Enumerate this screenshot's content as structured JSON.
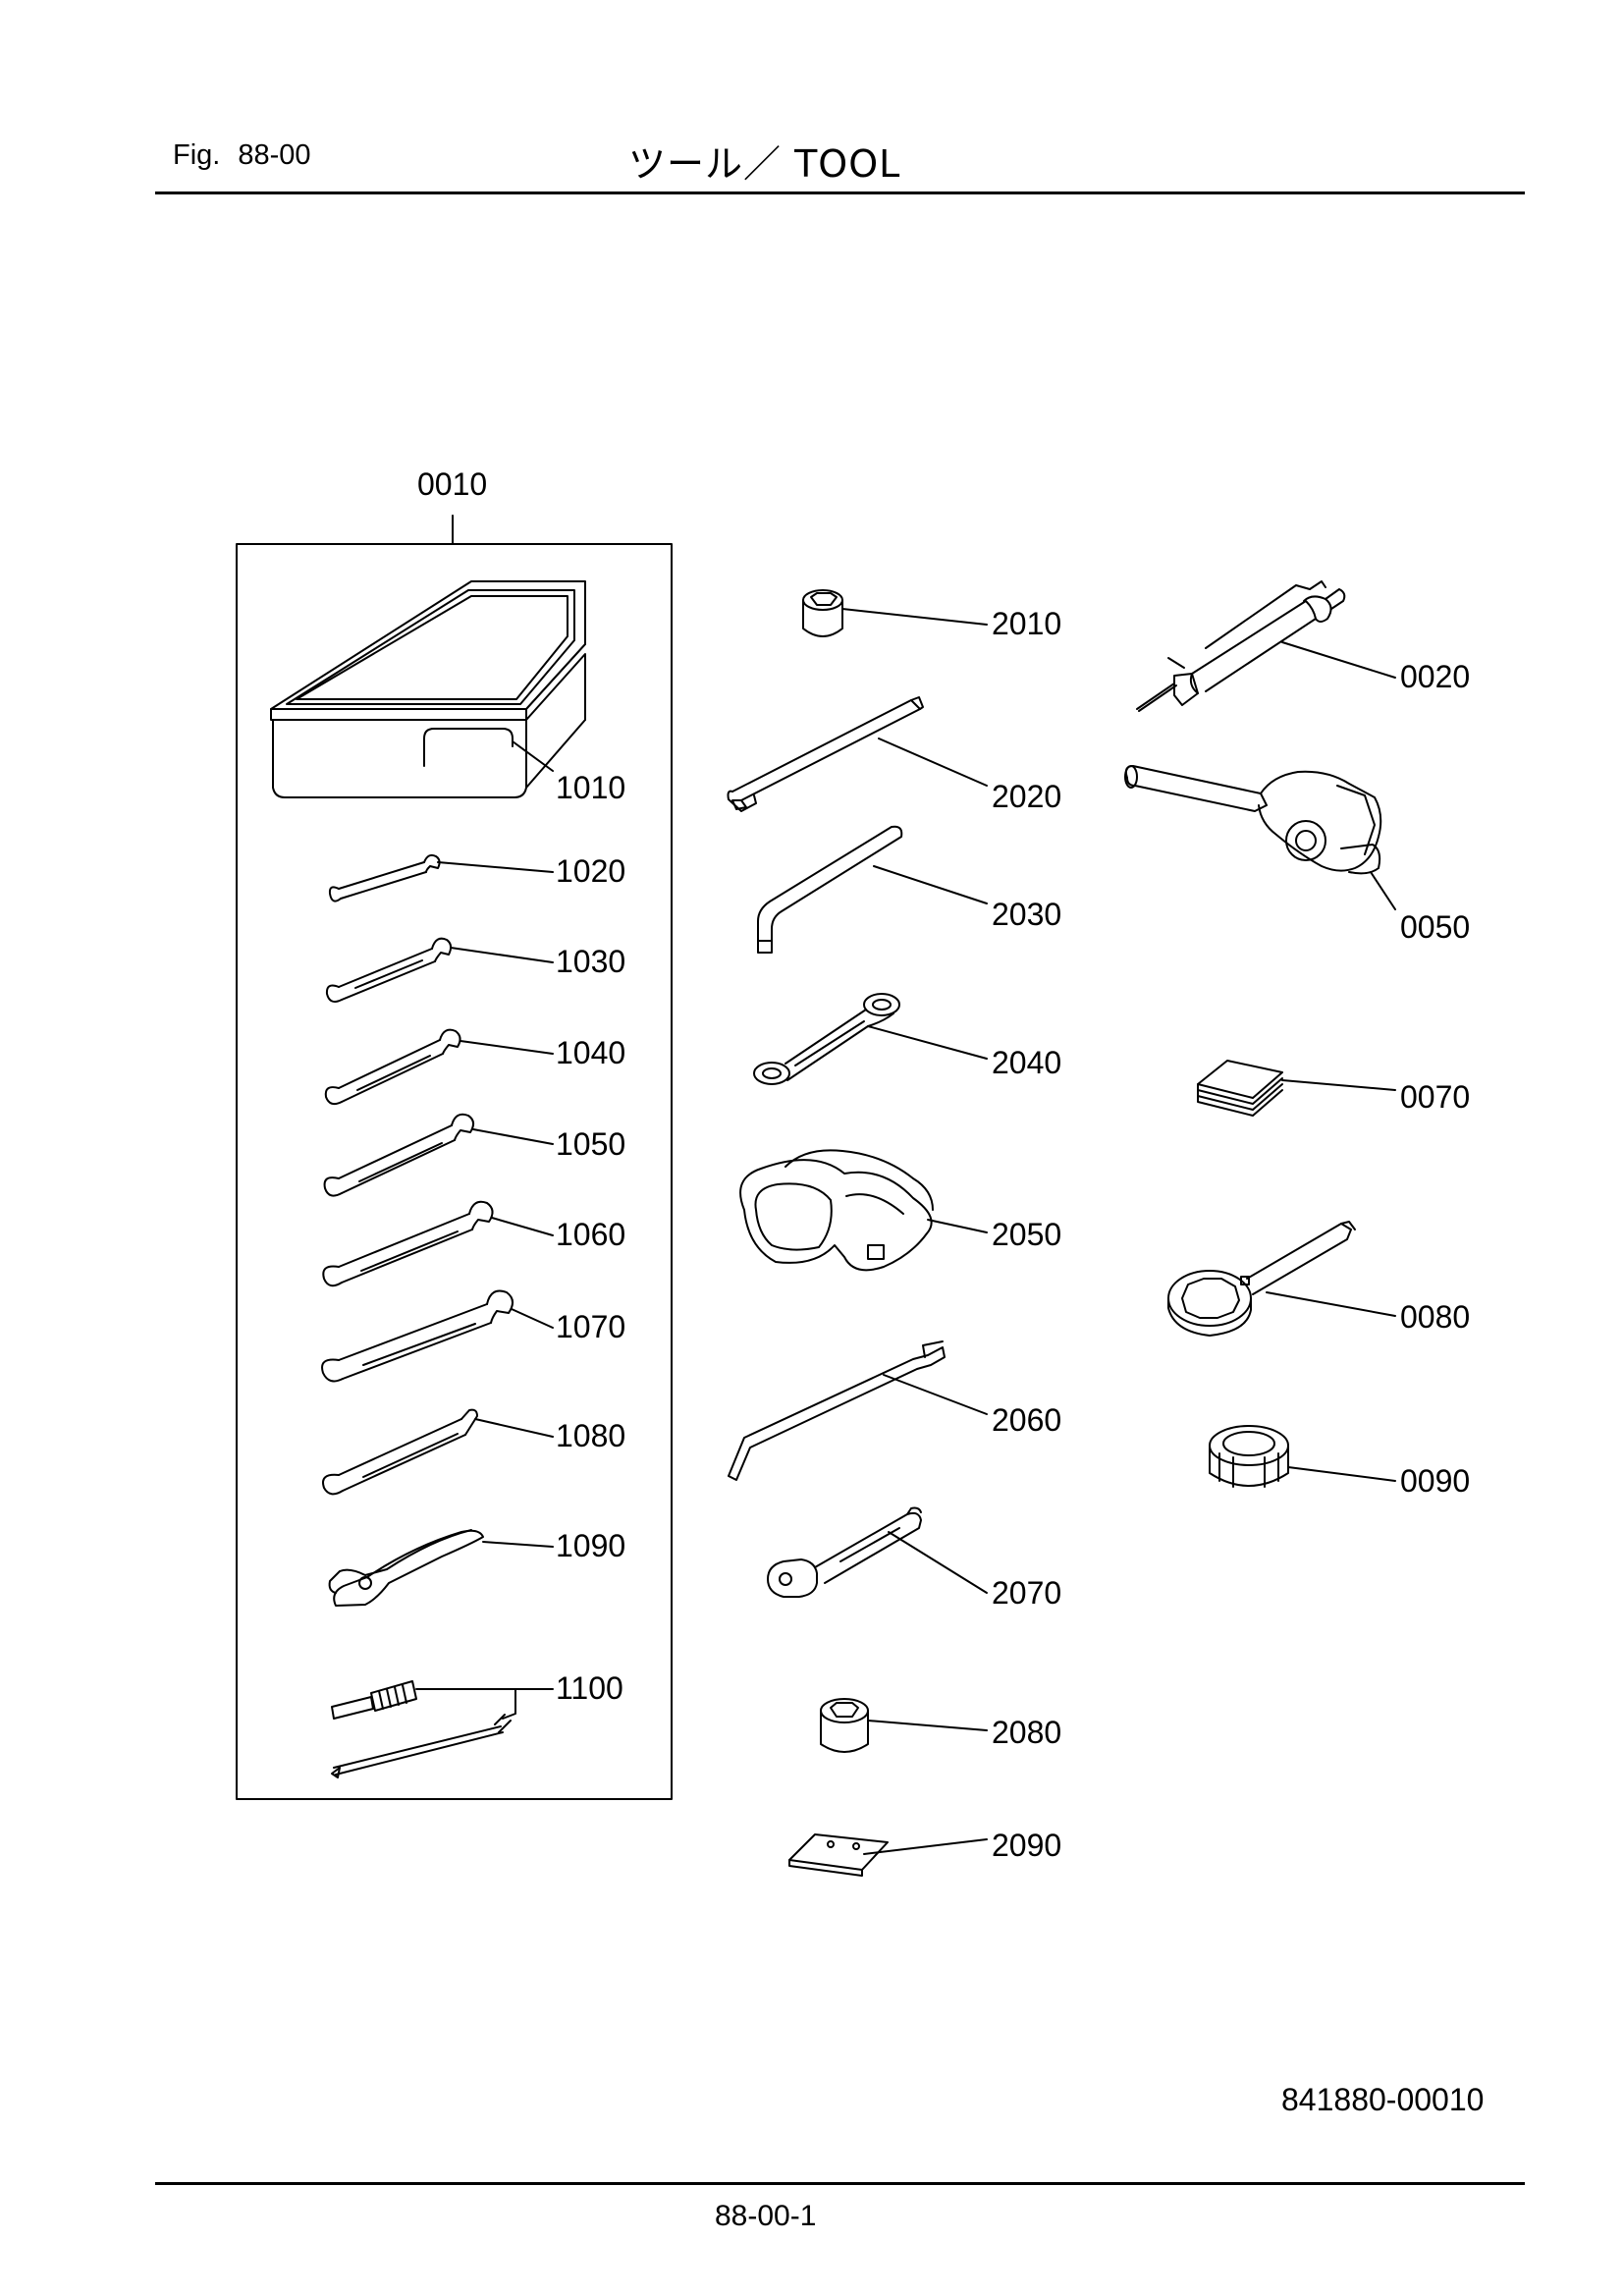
{
  "header": {
    "fig_label": "Fig.",
    "fig_number": "88-00",
    "title": "ツール／ TOOL"
  },
  "footer": {
    "document_number": "841880-00010",
    "page_number": "88-00-1"
  },
  "parts": {
    "toolbox_group": "0010",
    "toolbox": "1010",
    "wrench_1020": "1020",
    "wrench_1030": "1030",
    "wrench_1040": "1040",
    "wrench_1050": "1050",
    "wrench_1060": "1060",
    "wrench_1070": "1070",
    "wrench_1080": "1080",
    "pliers": "1090",
    "screwdriver": "1100",
    "socket_small": "2010",
    "extension_bar": "2020",
    "l_wrench": "2030",
    "box_wrench": "2040",
    "goggles": "2050",
    "pry_bar": "2060",
    "ratchet": "2070",
    "socket_large": "2080",
    "plate": "2090",
    "grease_gun": "0020",
    "blower": "0050",
    "cloths": "0070",
    "filter_wrench": "0080",
    "cap_wrench": "0090"
  }
}
